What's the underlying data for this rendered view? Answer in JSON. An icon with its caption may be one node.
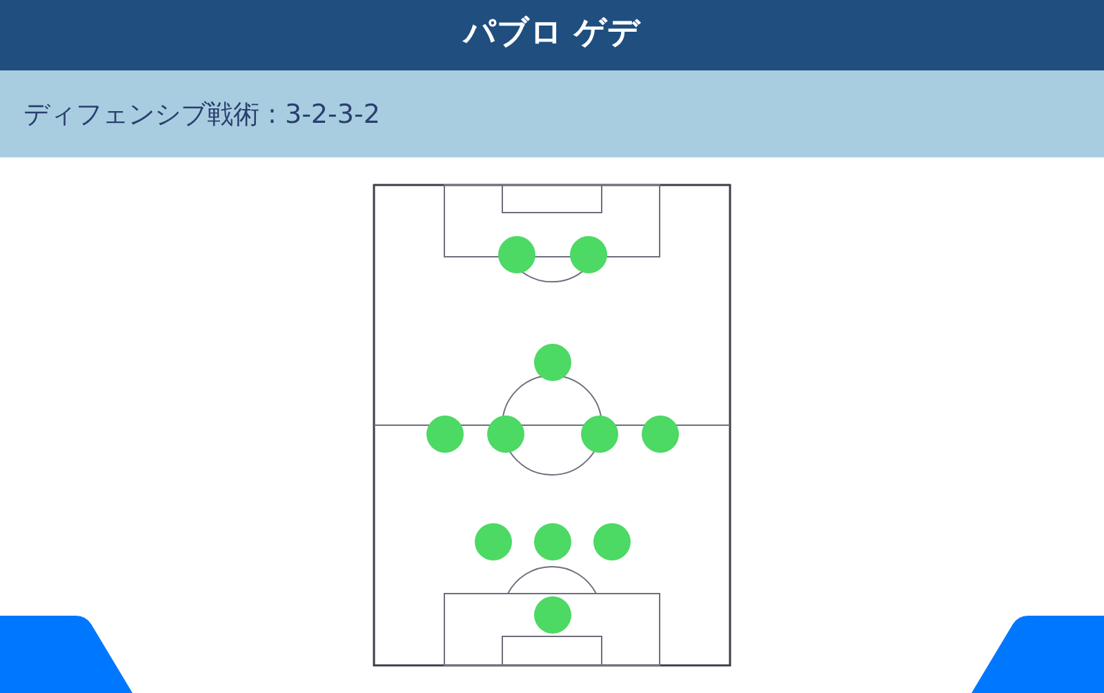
{
  "diagram": {
    "title": "パブロ ゲデ",
    "nodes": [
      {
        "text": [],
        "shape": "circle"
      },
      {
        "text": [],
        "shape": "circle"
      },
      {
        "text": [],
        "shape": "circle"
      },
      {
        "text": [],
        "shape": "circle"
      },
      {
        "text": [],
        "shape": "circle"
      },
      {
        "text": [],
        "shape": "circle"
      },
      {
        "text": [],
        "shape": "circle"
      },
      {
        "text": [],
        "shape": "circle"
      },
      {
        "text": [],
        "shape": "circle"
      },
      {
        "text": [],
        "shape": "circle"
      },
      {
        "text": [],
        "shape": "circle"
      }
    ],
    "labels": [
      "ディフェンシブ戦術 : 3-2-3-2"
    ]
  }
}
